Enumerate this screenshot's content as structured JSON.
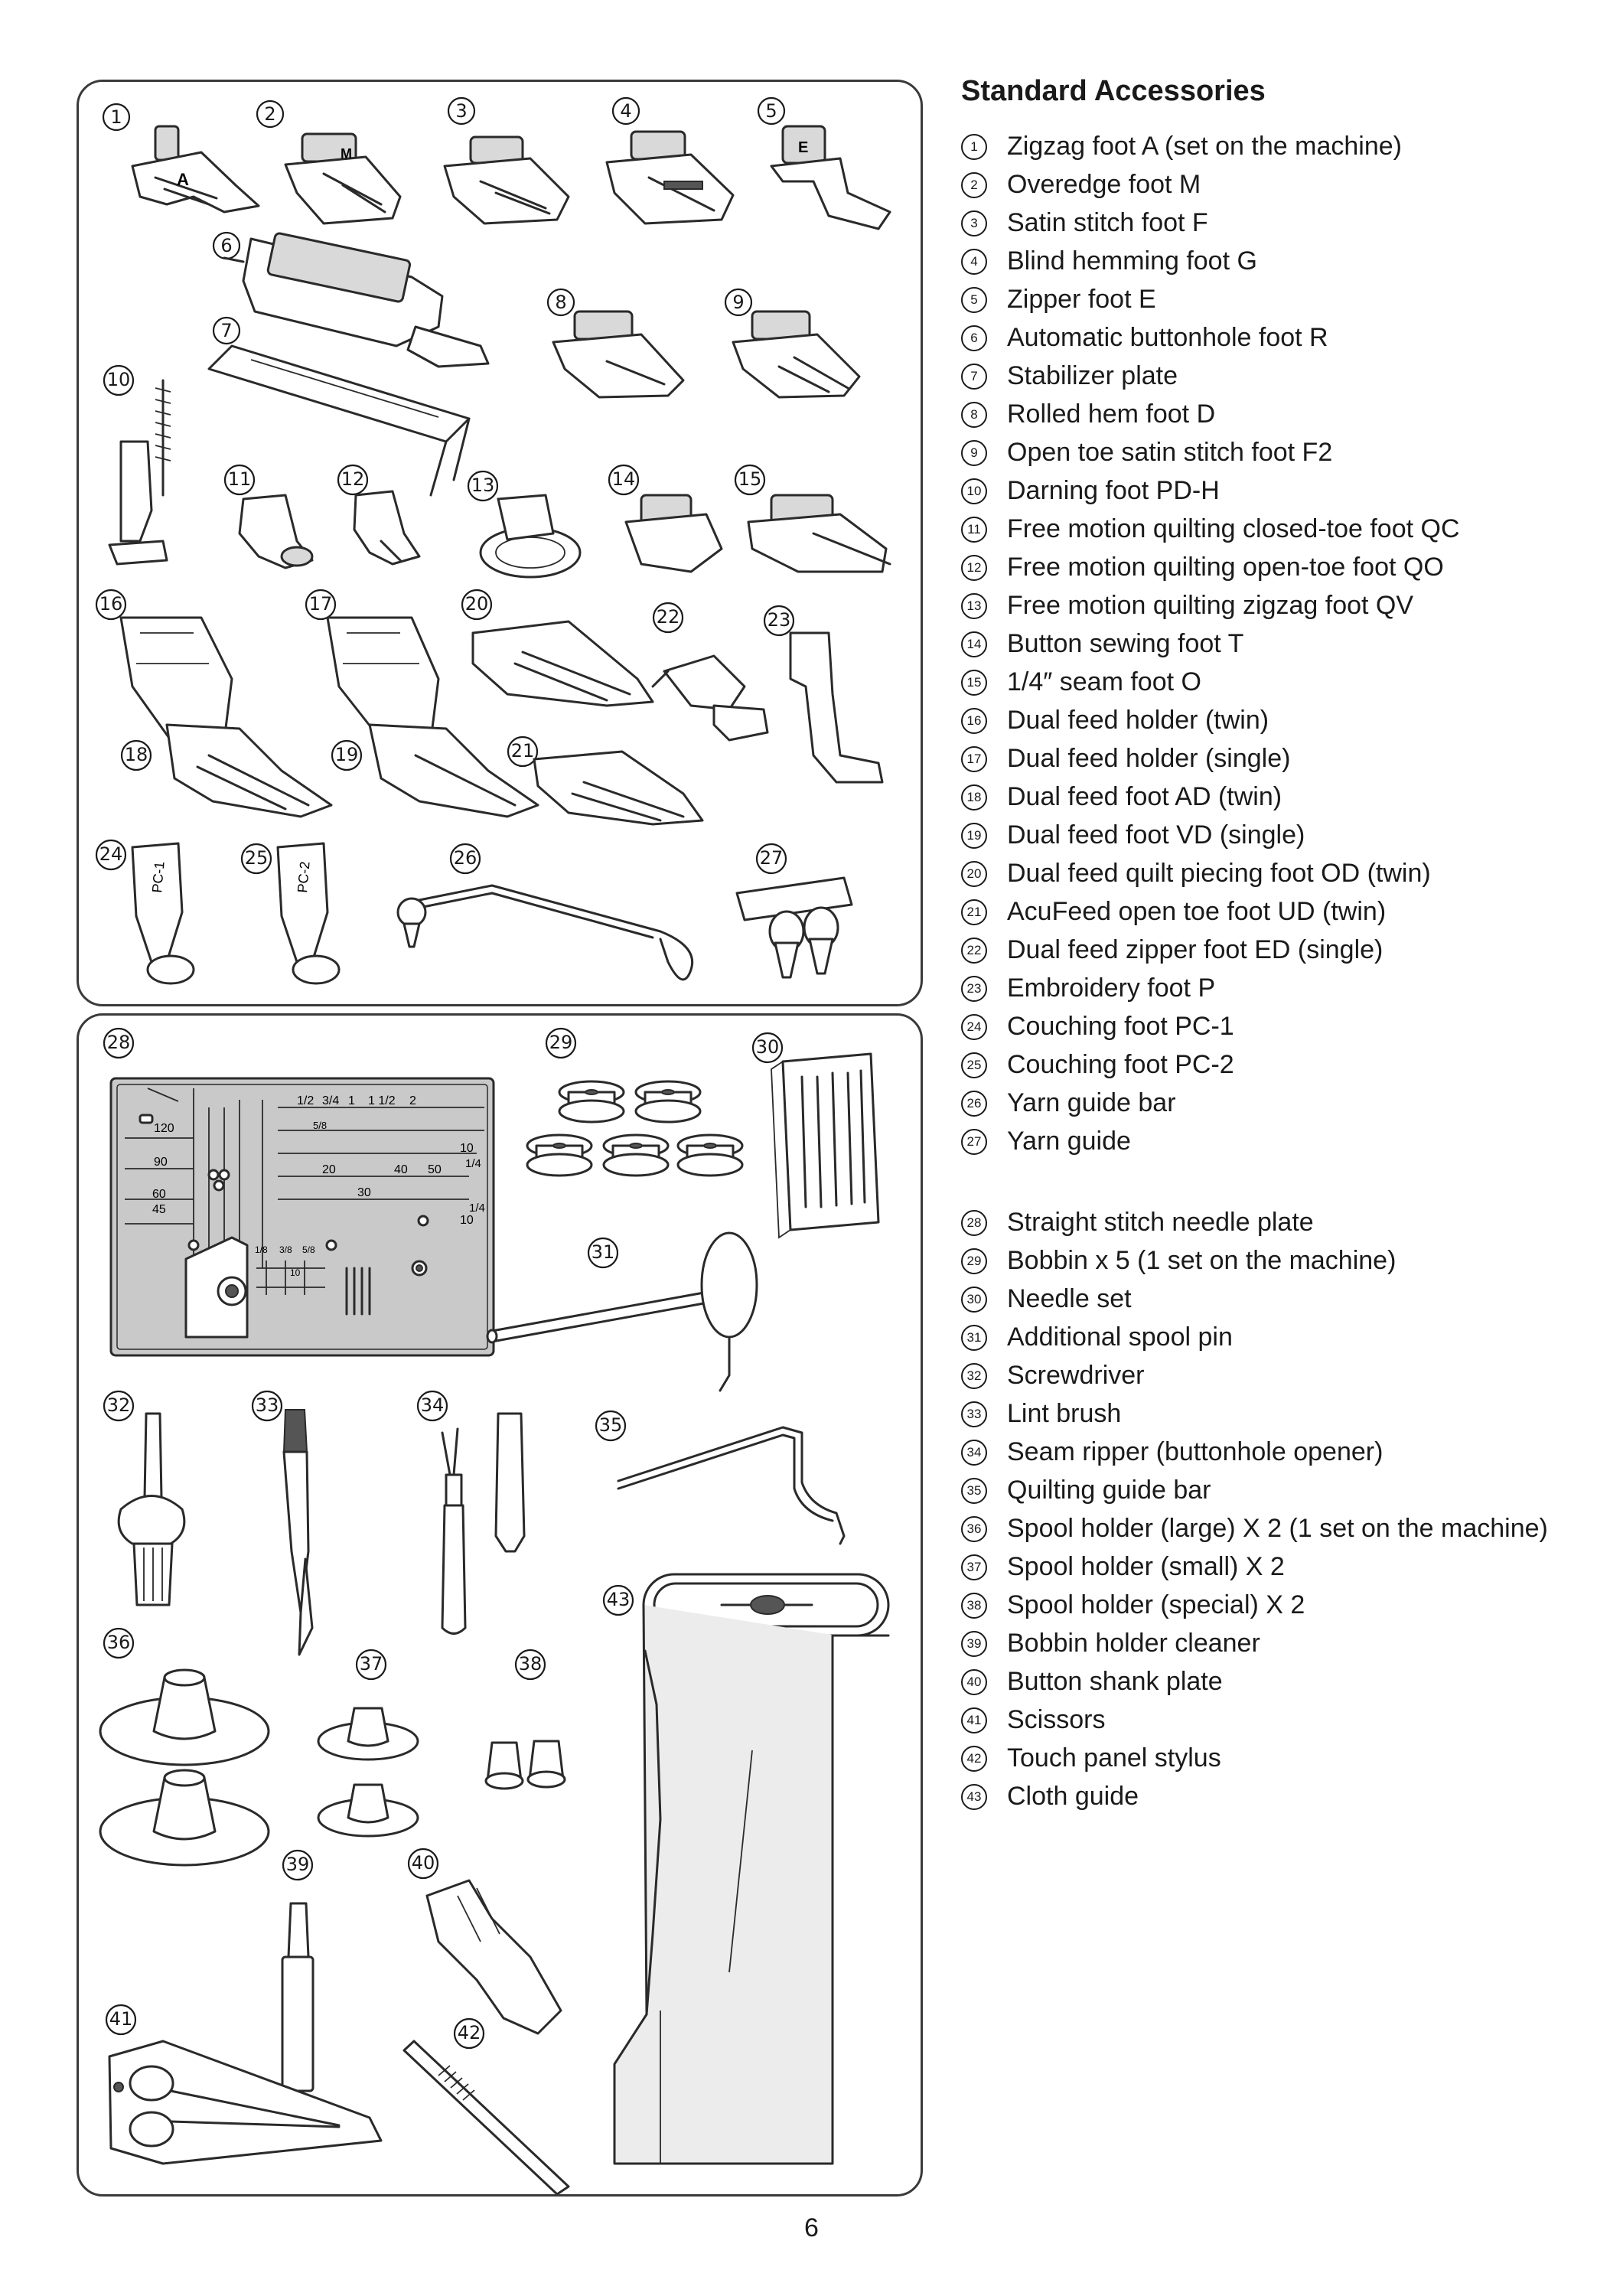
{
  "heading": "Standard Accessories",
  "page_number": "6",
  "accessories": [
    {
      "num": "1",
      "label": "Zigzag foot A (set on the machine)"
    },
    {
      "num": "2",
      "label": "Overedge foot M"
    },
    {
      "num": "3",
      "label": "Satin stitch foot F"
    },
    {
      "num": "4",
      "label": "Blind hemming foot G"
    },
    {
      "num": "5",
      "label": "Zipper foot E"
    },
    {
      "num": "6",
      "label": "Automatic buttonhole foot R"
    },
    {
      "num": "7",
      "label": "Stabilizer plate"
    },
    {
      "num": "8",
      "label": "Rolled hem foot D"
    },
    {
      "num": "9",
      "label": "Open toe satin stitch foot F2"
    },
    {
      "num": "10",
      "label": "Darning foot PD-H"
    },
    {
      "num": "11",
      "label": "Free motion quilting closed-toe foot QC"
    },
    {
      "num": "12",
      "label": "Free motion quilting open-toe foot QO"
    },
    {
      "num": "13",
      "label": "Free motion quilting zigzag foot QV"
    },
    {
      "num": "14",
      "label": "Button sewing foot T"
    },
    {
      "num": "15",
      "label": "1/4″ seam foot O"
    },
    {
      "num": "16",
      "label": "Dual feed holder (twin)"
    },
    {
      "num": "17",
      "label": "Dual feed holder (single)"
    },
    {
      "num": "18",
      "label": "Dual feed foot AD (twin)"
    },
    {
      "num": "19",
      "label": "Dual feed foot VD (single)"
    },
    {
      "num": "20",
      "label": "Dual feed quilt piecing foot OD (twin)"
    },
    {
      "num": "21",
      "label": "AcuFeed open toe foot UD (twin)"
    },
    {
      "num": "22",
      "label": "Dual feed zipper foot ED (single)"
    },
    {
      "num": "23",
      "label": "Embroidery foot P"
    },
    {
      "num": "24",
      "label": "Couching foot PC-1"
    },
    {
      "num": "25",
      "label": "Couching foot PC-2"
    },
    {
      "num": "26",
      "label": "Yarn guide bar"
    },
    {
      "num": "27",
      "label": "Yarn guide"
    }
  ],
  "accessories_2": [
    {
      "num": "28",
      "label": "Straight stitch needle plate"
    },
    {
      "num": "29",
      "label": "Bobbin x 5 (1 set on the machine)"
    },
    {
      "num": "30",
      "label": "Needle set"
    },
    {
      "num": "31",
      "label": "Additional spool pin"
    },
    {
      "num": "32",
      "label": "Screwdriver"
    },
    {
      "num": "33",
      "label": "Lint brush"
    },
    {
      "num": "34",
      "label": "Seam ripper (buttonhole opener)"
    },
    {
      "num": "35",
      "label": "Quilting guide bar"
    },
    {
      "num": "36",
      "label": "Spool holder (large) X 2 (1 set on the machine)"
    },
    {
      "num": "37",
      "label": "Spool holder (small) X 2"
    },
    {
      "num": "38",
      "label": "Spool holder (special) X 2"
    },
    {
      "num": "39",
      "label": "Bobbin holder cleaner"
    },
    {
      "num": "40",
      "label": "Button shank plate"
    },
    {
      "num": "41",
      "label": "Scissors"
    },
    {
      "num": "42",
      "label": "Touch panel stylus"
    },
    {
      "num": "43",
      "label": "Cloth guide"
    }
  ],
  "needle_plate": {
    "inch_marks": [
      "1/2",
      "3/4",
      "1",
      "1 1/2",
      "2"
    ],
    "left_marks": [
      "120",
      "90",
      "60",
      "45"
    ],
    "right_marks": [
      "10",
      "1/4",
      "1/4",
      "10"
    ],
    "mm_marks": [
      "20",
      "40",
      "50",
      "30"
    ],
    "small_marks": [
      "5/8",
      "1/8",
      "3/8",
      "5/8",
      "10"
    ]
  },
  "foot_letters": {
    "foot_a": "A",
    "foot_m": "M",
    "foot_e": "E",
    "pc1": "PC-1",
    "pc2": "PC-2"
  }
}
